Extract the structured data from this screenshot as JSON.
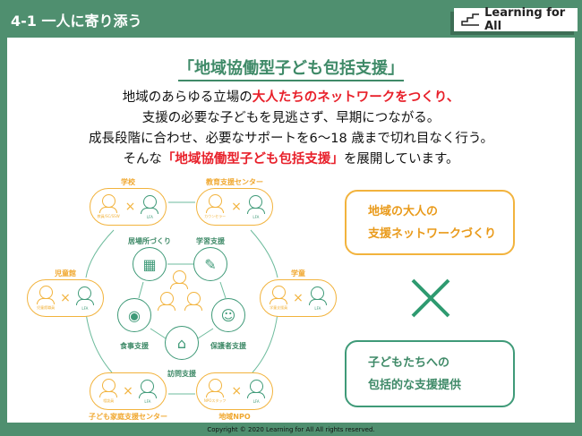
{
  "header": {
    "title": "4-1 一人に寄り添う",
    "logo": "Learning for All"
  },
  "page_title": "「地域協働型子ども包括支援」",
  "paragraph": {
    "l1a": "地域のあらゆる立場の",
    "l1b": "大人たちのネットワークをつくり",
    "l1c": "、",
    "l2": "支援の必要な子どもを見逃さず、早期につながる。",
    "l3": "成長段階に合わせ、必要なサポートを6〜18 歳まで切れ目なく行う。",
    "l4a": "そんな",
    "l4b": "「地域協働型子ども包括支援」",
    "l4c": "を展開しています。"
  },
  "diagram": {
    "partners": [
      {
        "label": "学校",
        "staff": "教員/SC/SSW",
        "lfa": "LFA"
      },
      {
        "label": "教育支援センター",
        "staff": "カウンセラー",
        "lfa": "LFA"
      },
      {
        "label": "児童館",
        "staff": "児童館職員",
        "lfa": "LFA"
      },
      {
        "label": "学童",
        "staff": "学童支援員",
        "lfa": "LFA"
      },
      {
        "label": "子ども家庭支援センター",
        "staff": "相談員",
        "lfa": "LFA"
      },
      {
        "label": "地域NPO",
        "staff": "NPOスタッフ",
        "lfa": "LFA"
      }
    ],
    "supports": [
      "居場所づくり",
      "学習支援",
      "食事支援",
      "保護者支援",
      "訪問支援"
    ],
    "times": "×"
  },
  "right": {
    "box1": [
      "地域の大人の",
      "支援ネットワークづくり"
    ],
    "box2": [
      "子どもたちへの",
      "包括的な支援提供"
    ]
  },
  "footer": "Copyright © 2020 Learning for All All rights reserved."
}
